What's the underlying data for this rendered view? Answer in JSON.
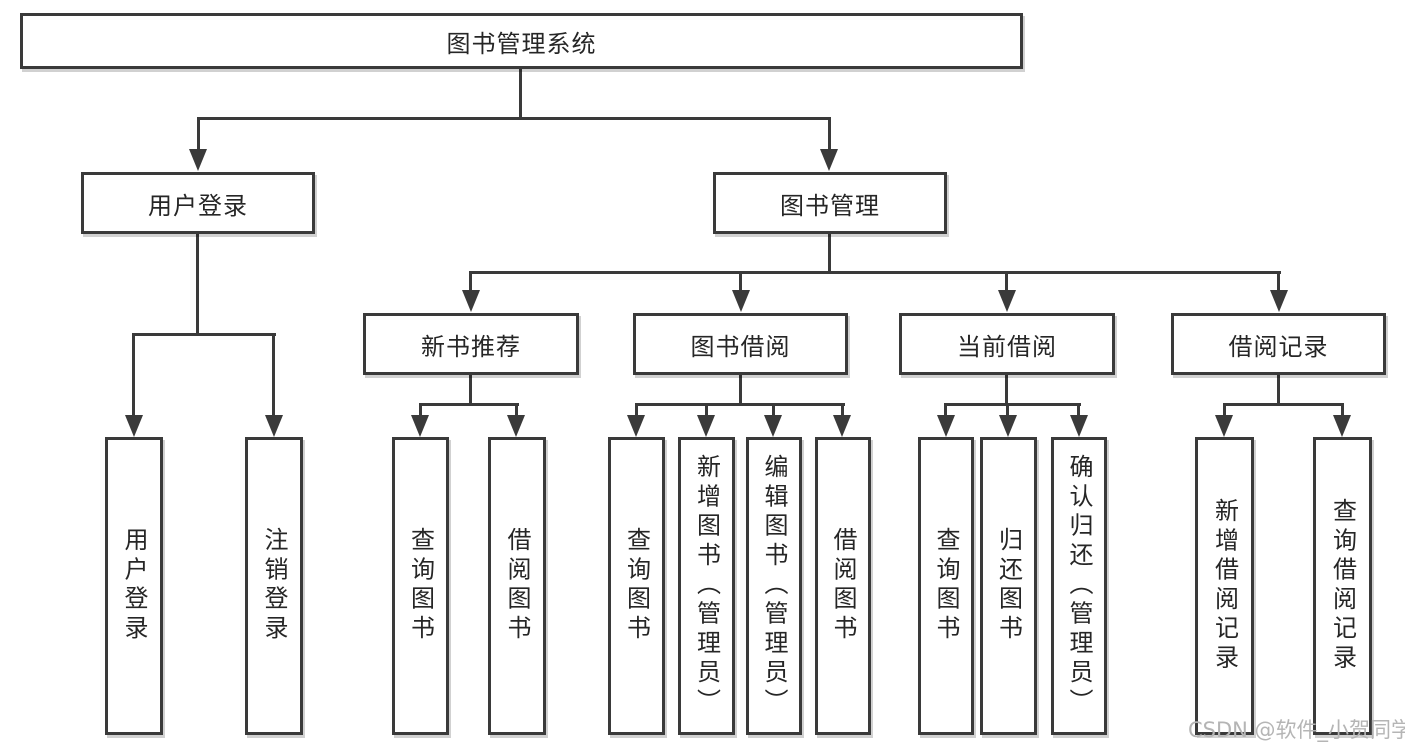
{
  "page": {
    "background": "#ffffff",
    "colors": {
      "line": "#3a3a3a",
      "border": "#3a3a3a",
      "text": "#262626",
      "box_fill": "#ffffff",
      "watermark": "#b5b5b5",
      "shadow": "rgba(0,0,0,0.18)"
    },
    "watermark": {
      "text": "CSDN @软件_小贺同学"
    }
  },
  "tree": {
    "root": {
      "label": "图书管理系统"
    },
    "branches": [
      {
        "label": "用户登录",
        "children": [
          {
            "label": "用户登录"
          },
          {
            "label": "注销登录"
          }
        ]
      },
      {
        "label": "图书管理",
        "children": [
          {
            "label": "新书推荐",
            "children": [
              {
                "label": "查询图书"
              },
              {
                "label": "借阅图书"
              }
            ]
          },
          {
            "label": "图书借阅",
            "children": [
              {
                "label": "查询图书"
              },
              {
                "label": "新增图书（管理员）"
              },
              {
                "label": "编辑图书（管理员）"
              },
              {
                "label": "借阅图书"
              }
            ]
          },
          {
            "label": "当前借阅",
            "children": [
              {
                "label": "查询图书"
              },
              {
                "label": "归还图书"
              },
              {
                "label": "确认归还（管理员）"
              }
            ]
          },
          {
            "label": "借阅记录",
            "children": [
              {
                "label": "新增借阅记录"
              },
              {
                "label": "查询借阅记录"
              }
            ]
          }
        ]
      }
    ]
  }
}
